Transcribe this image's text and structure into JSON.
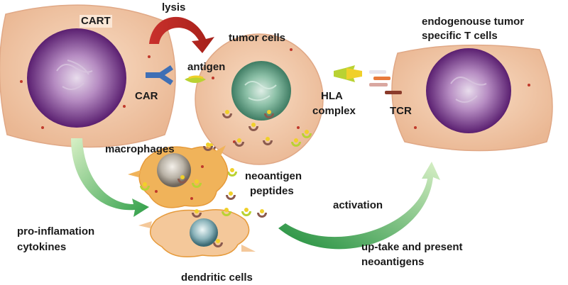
{
  "labels": {
    "cart": "CART",
    "lysis": "lysis",
    "tumor_cells": "tumor cells",
    "endogenous_line1": "endogenouse tumor",
    "endogenous_line2": "specific T cells",
    "antigen": "antigen",
    "car": "CAR",
    "hla_line1": "HLA",
    "hla_line2": "complex",
    "tcr": "TCR",
    "macrophages": "macrophages",
    "neoantigen_line1": "neoantigen",
    "neoantigen_line2": "peptides",
    "activation": "activation",
    "cytokines_line1": "pro-inflamation",
    "cytokines_line2": "cytokines",
    "uptake_line1": "up-take and present",
    "uptake_line2": "neoantigens",
    "dendritic_cells": "dendritic cells"
  },
  "colors": {
    "cell_body": "#f2c9a8",
    "nucleus_purple": "#7a3a8c",
    "tumor_nucleus": "#5e9c82",
    "arrow_red": "#c0392b",
    "arrow_green": "#4cb050",
    "car_blue": "#3f6fb5",
    "peptide_green": "#b9d233",
    "peptide_yellow": "#f0d02a",
    "receptor_brown": "#8a5a4e"
  },
  "icons": [
    "curved-red-arrow-icon",
    "curved-green-arrow-icon",
    "car-receptor-icon",
    "antigen-icon",
    "hla-complex-icon",
    "tcr-receptor-icon",
    "peptide-icon"
  ]
}
